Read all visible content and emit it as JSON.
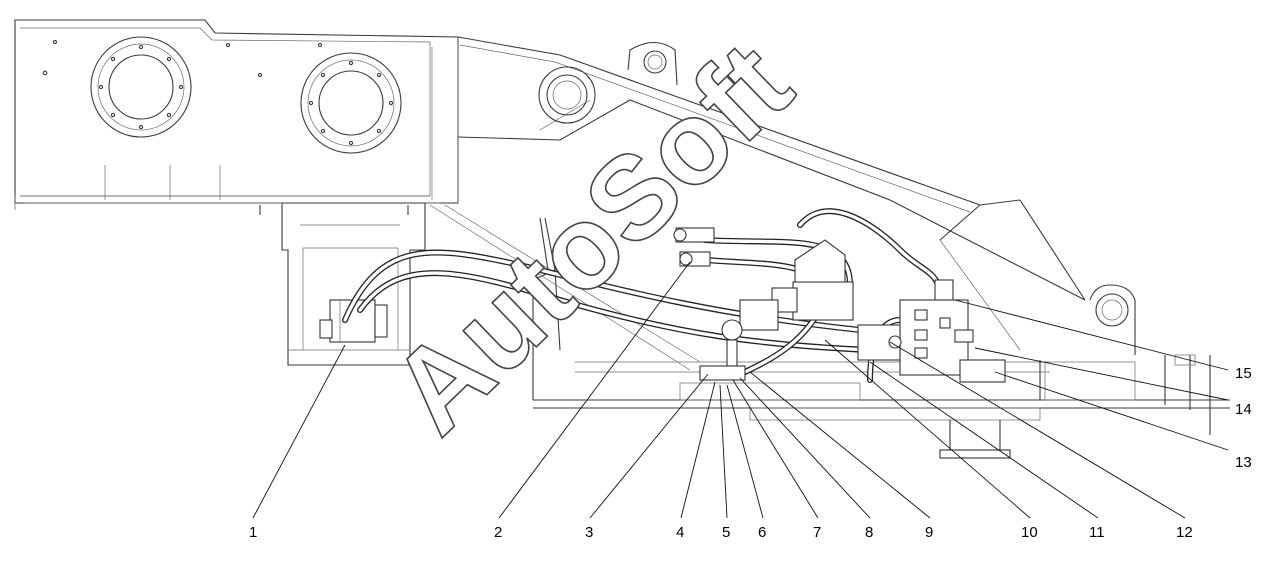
{
  "diagram": {
    "callouts": [
      "1",
      "2",
      "3",
      "4",
      "5",
      "6",
      "7",
      "8",
      "9",
      "10",
      "11",
      "12",
      "13",
      "14",
      "15"
    ]
  },
  "watermark": {
    "text": "AutoSoft"
  }
}
